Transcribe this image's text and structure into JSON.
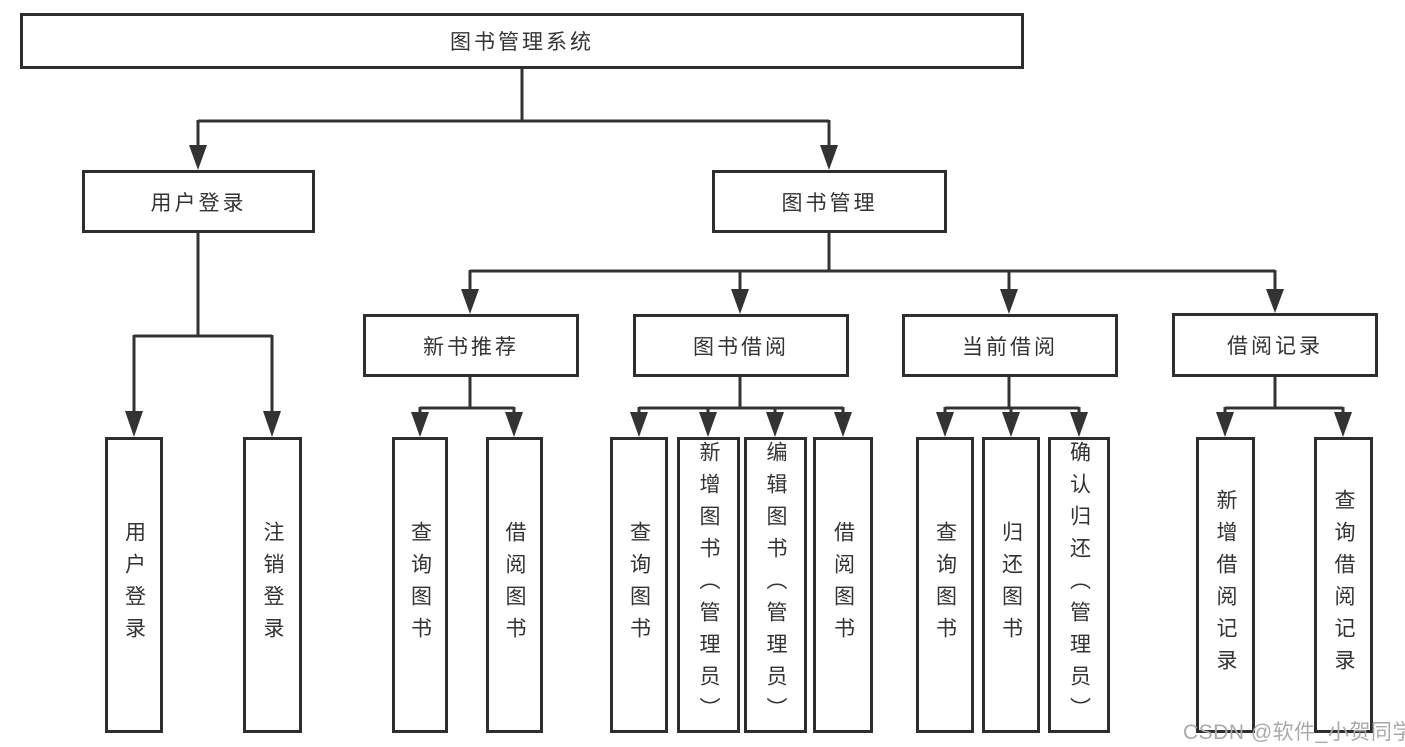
{
  "diagram": {
    "type": "hierarchy-tree",
    "root": {
      "label": "图书管理系统"
    },
    "user_login": {
      "label": "用户登录",
      "children": [
        "用户登录",
        "注销登录"
      ]
    },
    "book_management": {
      "label": "图书管理",
      "groups": [
        {
          "label": "新书推荐",
          "children": [
            "查询图书",
            "借阅图书"
          ]
        },
        {
          "label": "图书借阅",
          "children": [
            "查询图书",
            "新增图书（管理员）",
            "编辑图书（管理员）",
            "借阅图书"
          ]
        },
        {
          "label": "当前借阅",
          "children": [
            "查询图书",
            "归还图书",
            "确认归还（管理员）"
          ]
        },
        {
          "label": "借阅记录",
          "children": [
            "新增借阅记录",
            "查询借阅记录"
          ]
        }
      ]
    },
    "colors": {
      "line": "#333333",
      "box_border": "#2e2e2e",
      "text": "#333333",
      "background": "#ffffff",
      "watermark": "#aaaaaa"
    }
  },
  "watermark": "CSDN @软件_小贺同学"
}
